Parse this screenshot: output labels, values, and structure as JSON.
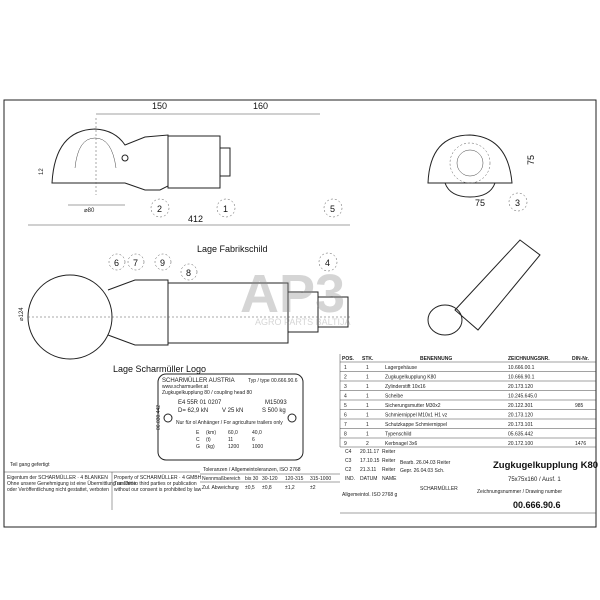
{
  "dimensions": {
    "d150": "150",
    "d160": "160",
    "d12": "12",
    "d80": "⌀80",
    "d75h": "75",
    "d75v": "75",
    "d412": "412",
    "d124": "⌀124"
  },
  "callouts": [
    "1",
    "2",
    "3",
    "4",
    "5",
    "6",
    "7",
    "8",
    "9"
  ],
  "labels": {
    "fabrikschild": "Lage Fabrikschild",
    "logo": "Lage Scharmüller Logo",
    "side_code": "06.030.442"
  },
  "watermark": {
    "logo": "AP3",
    "text": "AGRO PARTS BALTIJA"
  },
  "plate": {
    "brand": "SCHARMÜLLER AUSTRIA",
    "line2": "www.scharmueller.at",
    "line3": "Zugkugelkupplung 80 / coupling head 80",
    "type": "Typ / type   00.666.90.6",
    "approval": "E4 55R 01 0207",
    "mark": "M15093",
    "dc": "D= 62,9 kN",
    "v": "V 25 kN",
    "s": "S 500 kg",
    "note": "Nur für ol Anhänger / For agriculture trailers only",
    "table": [
      [
        "E",
        "(km)",
        "60,0",
        "40,0"
      ],
      [
        "C",
        "(t)",
        "11",
        "6"
      ],
      [
        "G",
        "(kg)",
        "1200",
        "1000"
      ]
    ]
  },
  "footer_left": {
    "l1": "Eigentum der SCHARMÜLLER · 4 BLANKEN",
    "l2": "Ohne unsere Genehmigung ist eine Übermittlung an Dritte",
    "l3": "oder Veröffentlichung nicht gestattet, verboten"
  },
  "footer_mid": {
    "l1": "Property of SCHARMÜLLER · 4 GMBH",
    "l2": "Transfer to third parties or publication",
    "l3": "without our consent is prohibited by law"
  },
  "tolerance": {
    "title": "Toleranzen / Allgemeintoleranzen, ISO 2768",
    "headers": [
      "Nennmaßbereich",
      "bis 30",
      "30-120",
      "120-315",
      "315-1000"
    ],
    "values": [
      "Zul. Abweichung",
      "±0,5",
      "±0,8",
      "±1,2",
      "±2"
    ]
  },
  "parts_table": {
    "headers": [
      "POS.",
      "STK.",
      "BENENNUNG",
      "ZEICHNUNGSNR.",
      "DIN-Nr."
    ],
    "rows": [
      [
        "1",
        "1",
        "Lagergehäuse",
        "10.666.00.1",
        ""
      ],
      [
        "2",
        "1",
        "Zugkugelkupplung K80",
        "10.666.90.1",
        ""
      ],
      [
        "3",
        "1",
        "Zylinderstift 10x16",
        "20.173.120",
        ""
      ],
      [
        "4",
        "1",
        "Scheibe",
        "10.245.645.0",
        ""
      ],
      [
        "5",
        "1",
        "Sicherungsmutter M30x2",
        "20.122.301",
        "985"
      ],
      [
        "6",
        "1",
        "Schmiernippel M10x1 H1 vz",
        "20.173.120",
        ""
      ],
      [
        "7",
        "1",
        "Schutzkappe Schmiernippel",
        "20.173.101",
        ""
      ],
      [
        "8",
        "1",
        "Typenschild",
        "05.635.442",
        ""
      ],
      [
        "9",
        "2",
        "Kerbnagel 3x6",
        "20.172.100",
        "1476"
      ]
    ]
  },
  "title_block": {
    "title": "Zugkugelkupplung K80",
    "subtitle": "75x75x160 / Ausf. 1",
    "drawing_no_label": "Zeichnungsnummer / Drawing number",
    "drawing_no": "00.666.90.6",
    "revs": [
      [
        "C4",
        "20.11.17",
        "Reiter"
      ],
      [
        "C3",
        "17.10.15",
        "Reiter"
      ],
      [
        "C2",
        "21.3.11",
        "Reiter"
      ],
      [
        "IND.",
        "DATUM",
        "NAME"
      ]
    ],
    "general": "Allgemeintol. ISO 2768 g",
    "drawn": "Bearb. 26.04.03 Reiter",
    "checked": "Gepr. 26.04.03 Sch.",
    "company": "SCHARMÜLLER"
  },
  "misc": {
    "footnote": "Teil gang gefertigt"
  }
}
